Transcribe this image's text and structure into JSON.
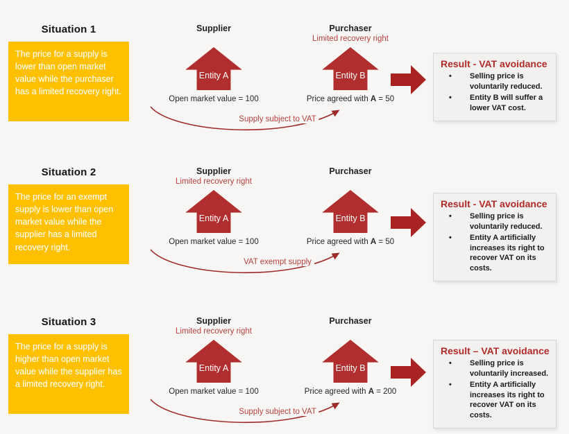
{
  "colors": {
    "background": "#f8f6f4",
    "orange": "#ffc000",
    "house_red": "#b02f2e",
    "block_arrow_red": "#a92322",
    "flow_red": "#9e2b28",
    "accent_red": "#b5413f",
    "result_title_red": "#b02a28",
    "result_bg": "#f2f1ef",
    "result_border": "#d9d7d5"
  },
  "situations": [
    {
      "title": "Situation 1",
      "description": "The price for a supply is lower than open market value while the purchaser has a limited recovery right.",
      "supplier_header": "Supplier",
      "purchaser_header": "Purchaser",
      "supplier_note": "",
      "purchaser_note": "Limited recovery right",
      "entity_a_label": "Entity A",
      "entity_b_label": "Entity B",
      "supplier_value": "Open market value = 100",
      "purchaser_value_prefix": "Price agreed with ",
      "purchaser_value_bold": "A",
      "purchaser_value_suffix": " = 50",
      "flow_label": "Supply subject to VAT",
      "result": {
        "title": "Result - VAT avoidance",
        "bullets": [
          "Selling price is voluntarily reduced.",
          "Entity B will suffer a lower VAT cost."
        ]
      }
    },
    {
      "title": "Situation 2",
      "description": "The price for an exempt supply is lower than open market value while the supplier has a limited recovery right.",
      "supplier_header": "Supplier",
      "purchaser_header": "Purchaser",
      "supplier_note": "Limited recovery right",
      "purchaser_note": "",
      "entity_a_label": "Entity A",
      "entity_b_label": "Entity B",
      "supplier_value": "Open market value = 100",
      "purchaser_value_prefix": "Price agreed with ",
      "purchaser_value_bold": "A",
      "purchaser_value_suffix": " = 50",
      "flow_label": "VAT exempt supply",
      "result": {
        "title": "Result - VAT avoidance",
        "bullets": [
          "Selling price is voluntarily reduced.",
          "Entity A artificially increases its right to recover VAT on its costs."
        ]
      }
    },
    {
      "title": "Situation 3",
      "description": "The price for a supply is higher than open market value while the supplier has a limited recovery right.",
      "supplier_header": "Supplier",
      "purchaser_header": "Purchaser",
      "supplier_note": "Limited recovery right",
      "purchaser_note": "",
      "entity_a_label": "Entity A",
      "entity_b_label": "Entity B",
      "supplier_value": "Open market value = 100",
      "purchaser_value_prefix": "Price agreed with ",
      "purchaser_value_bold": "A",
      "purchaser_value_suffix": " = 200",
      "flow_label": "Supply subject to VAT",
      "result": {
        "title": "Result – VAT avoidance",
        "bullets": [
          "Selling price is voluntarily increased.",
          "Entity A artificially increases its right to recover VAT on its costs."
        ]
      }
    }
  ]
}
